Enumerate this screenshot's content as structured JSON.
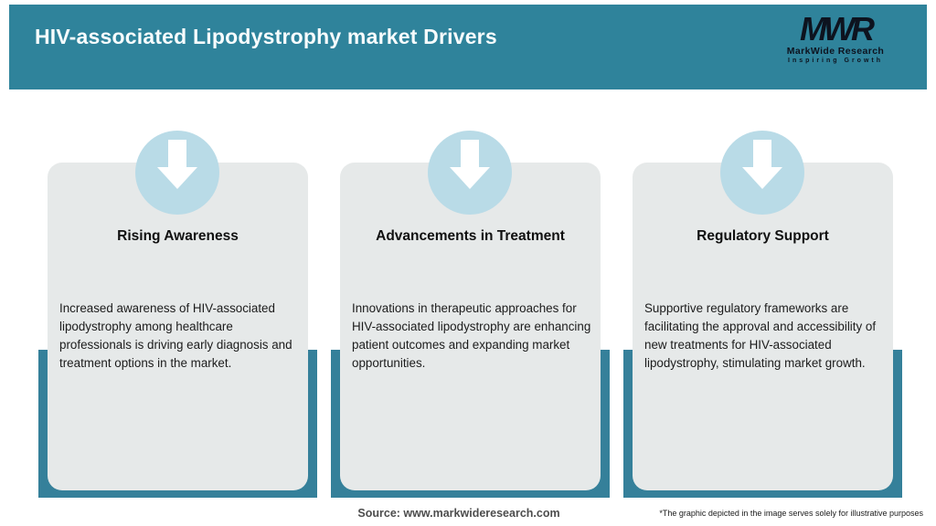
{
  "header": {
    "title": "HIV-associated Lipodystrophy market Drivers"
  },
  "logo": {
    "monogram": "MWR",
    "name": "MarkWide Research",
    "tagline": "Inspiring Growth"
  },
  "cards": [
    {
      "icon": "down-arrow-icon",
      "title": "Rising Awareness",
      "description": "Increased awareness of HIV-associated lipodystrophy among healthcare professionals is driving early diagnosis and treatment options in the market."
    },
    {
      "icon": "down-arrow-icon",
      "title": "Advancements in Treatment",
      "description": "Innovations in therapeutic approaches for HIV-associated lipodystrophy are enhancing patient outcomes and expanding market opportunities."
    },
    {
      "icon": "down-arrow-icon",
      "title": "Regulatory Support",
      "description": "Supportive regulatory frameworks are facilitating the approval and accessibility of new treatments for HIV-associated lipodystrophy, stimulating market growth."
    }
  ],
  "footer": {
    "source": "Source: www.markwideresearch.com",
    "disclaimer": "*The graphic depicted in the image serves solely for illustrative purposes"
  },
  "colors": {
    "header_teal": "#2F839B",
    "shadow_teal": "#35809A",
    "circle_blue": "#B9DBE7",
    "card_gray": "#E6E9E9",
    "title_text": "#F7FCFD",
    "logo_text": "#0D131F"
  }
}
